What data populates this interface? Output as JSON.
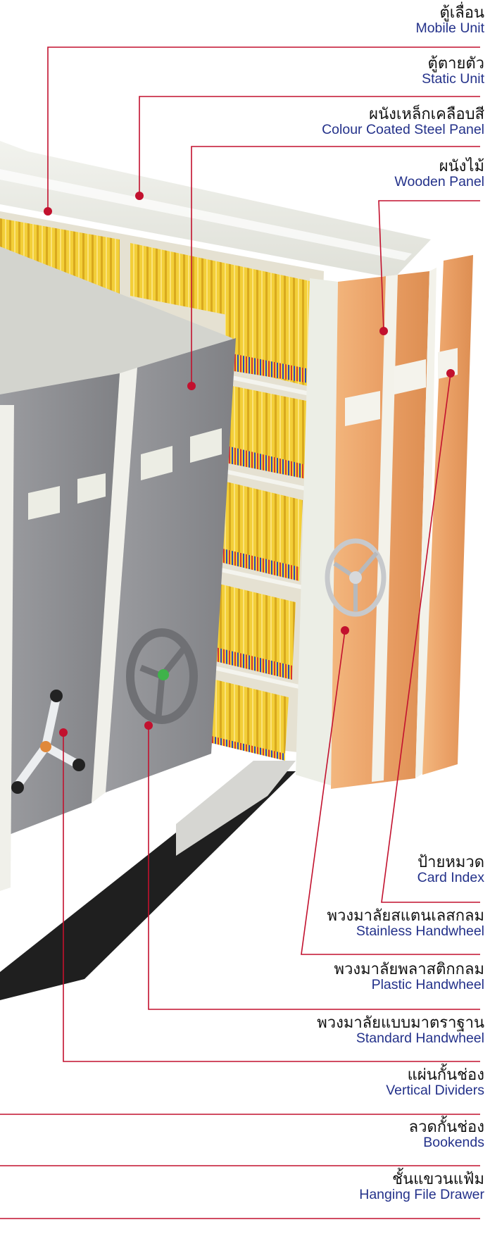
{
  "labels": [
    {
      "key": "mobile-unit",
      "th": "ตู้เลื่อน",
      "en": "Mobile Unit"
    },
    {
      "key": "static-unit",
      "th": "ตู้ตายตัว",
      "en": "Static Unit"
    },
    {
      "key": "colour-coated-steel-panel",
      "th": "ผนังเหล็กเคลือบสี",
      "en": "Colour Coated Steel Panel"
    },
    {
      "key": "wooden-panel",
      "th": "ผนังไม้",
      "en": "Wooden Panel"
    },
    {
      "key": "card-index",
      "th": "ป้ายหมวด",
      "en": "Card Index"
    },
    {
      "key": "stainless-handwheel",
      "th": "พวงมาลัยสแตนเลสกลม",
      "en": "Stainless Handwheel"
    },
    {
      "key": "plastic-handwheel",
      "th": "พวงมาลัยพลาสติกกลม",
      "en": "Plastic Handwheel"
    },
    {
      "key": "standard-handwheel",
      "th": "พวงมาลัยแบบมาตราฐาน",
      "en": "Standard Handwheel"
    },
    {
      "key": "vertical-dividers",
      "th": "แผ่นกั้นช่อง",
      "en": "Vertical Dividers"
    },
    {
      "key": "bookends",
      "th": "ลวดกั้นช่อง",
      "en": "Bookends"
    },
    {
      "key": "hanging-file-drawer",
      "th": "ชั้นแขวนแฟ้ม",
      "en": "Hanging File Drawer"
    }
  ],
  "colors": {
    "leader": "#c2112e",
    "thai_text": "#111111",
    "english_text": "#23318a",
    "steel_panel": "#8b8c90",
    "wood_panel": "#e9a063",
    "cabinet_body": "#e9eae1"
  }
}
